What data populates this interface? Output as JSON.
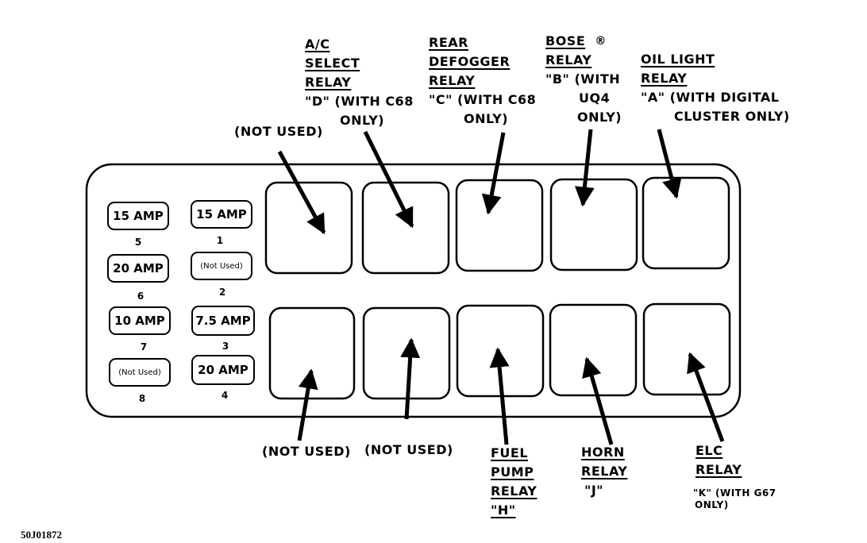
{
  "figure_id": "50J01872",
  "fuses": [
    {
      "id": "5",
      "label": "15 AMP"
    },
    {
      "id": "1",
      "label": "15 AMP"
    },
    {
      "id": "6",
      "label": "20 AMP"
    },
    {
      "id": "2",
      "label": "(Not Used)"
    },
    {
      "id": "7",
      "label": "10 AMP"
    },
    {
      "id": "3",
      "label": "7.5 AMP"
    },
    {
      "id": "8",
      "label": "(Not Used)"
    },
    {
      "id": "4",
      "label": "20 AMP"
    }
  ],
  "top_labels": {
    "not_used": "(NOT USED)",
    "ac_select": {
      "line1": "A/C",
      "line2": "SELECT",
      "line3": "RELAY",
      "line4": "\"D\" (WITH C68",
      "line5": "ONLY)"
    },
    "rear_defogger": {
      "line1": "REAR",
      "line2": "DEFOGGER",
      "line3": "RELAY",
      "line4": "\"C\" (WITH C68",
      "line5": "ONLY)"
    },
    "bose": {
      "line1": "BOSE",
      "reg": "®",
      "line2": "RELAY",
      "line3": "\"B\" (WITH",
      "line4": "UQ4",
      "line5": "ONLY)"
    },
    "oil_light": {
      "line1": "OIL LIGHT",
      "line2": "RELAY",
      "line3": "\"A\" (WITH DIGITAL",
      "line4": "CLUSTER ONLY)"
    }
  },
  "bottom_labels": {
    "not_used_1": "(NOT USED)",
    "not_used_2": "(NOT USED)",
    "fuel_pump": {
      "line1": "FUEL",
      "line2": "PUMP",
      "line3": "RELAY",
      "line4": "\"H\""
    },
    "horn": {
      "line1": "HORN",
      "line2": "RELAY",
      "line3": "\"J\""
    },
    "elc": {
      "line1": "ELC",
      "line2": "RELAY",
      "line3": "\"K\" (WITH G67",
      "line4": "ONLY)"
    }
  }
}
